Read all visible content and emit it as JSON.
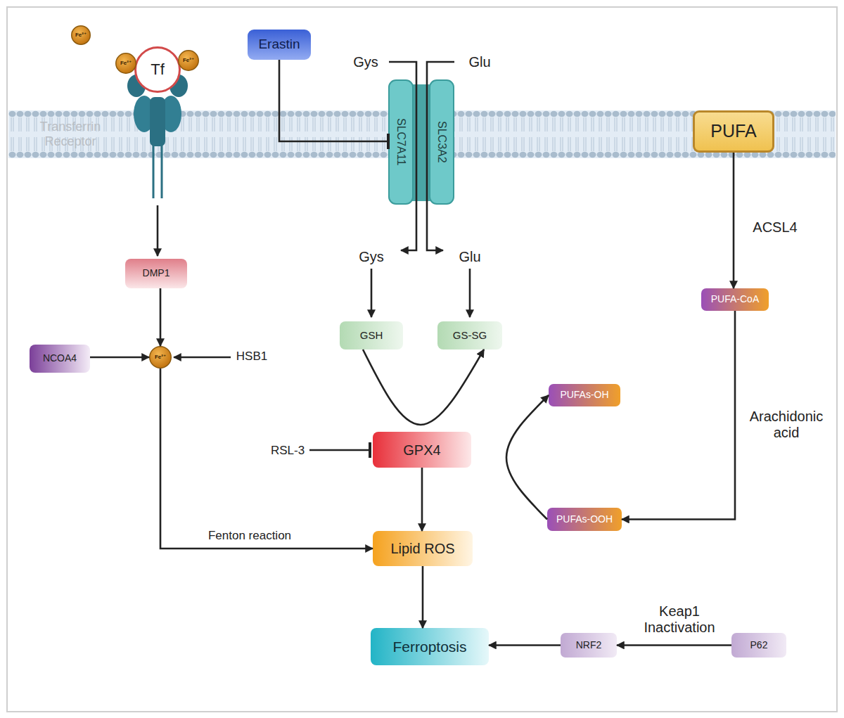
{
  "diagram": {
    "nodes": [
      {
        "text": [
          "Fe²⁺"
        ]
      },
      {
        "text": [
          "Tf"
        ]
      },
      {
        "text": [
          "Fe²⁺"
        ]
      },
      {
        "text": [
          "Fe²⁺"
        ]
      },
      {
        "text": [
          "Erastin"
        ]
      },
      {
        "text": [
          "SLC7A11"
        ]
      },
      {
        "text": [
          "SLC3A2"
        ]
      },
      {
        "text": [
          "PUFA"
        ]
      },
      {
        "text": [
          "DMP1"
        ]
      },
      {
        "text": [
          "NCOA4"
        ]
      },
      {
        "text": [
          "Fe²⁺"
        ]
      },
      {
        "text": [
          "GSH"
        ]
      },
      {
        "text": [
          "GS-SG"
        ]
      },
      {
        "text": [
          "PUFA-CoA"
        ]
      },
      {
        "text": [
          "PUFAs-OH"
        ]
      },
      {
        "text": [
          "GPX4"
        ]
      },
      {
        "text": [
          "PUFAs-OOH"
        ]
      },
      {
        "text": [
          "Lipid ROS"
        ]
      },
      {
        "text": [
          "Ferroptosis"
        ]
      },
      {
        "text": [
          "NRF2"
        ]
      },
      {
        "text": [
          "P62"
        ]
      }
    ],
    "edges": [
      {
        "from": 4,
        "to": 5,
        "arrow": "to"
      },
      {
        "from": 8,
        "to": 10,
        "arrow": "to"
      },
      {
        "from": 9,
        "to": 10,
        "arrow": "to"
      },
      {
        "from": 7,
        "to": 13,
        "label": "ACSL4",
        "arrow": "to"
      },
      {
        "from": 11,
        "to": 12,
        "arrow": "to"
      },
      {
        "from": 10,
        "to": 17,
        "label": "Fenton reaction",
        "arrow": "to"
      },
      {
        "from": 15,
        "to": 17,
        "arrow": "to"
      },
      {
        "from": 13,
        "to": 16,
        "label": "Arachidonic acid",
        "arrow": "to"
      },
      {
        "from": 16,
        "to": 14,
        "arrow": "to"
      },
      {
        "from": 17,
        "to": 18,
        "arrow": "to"
      },
      {
        "from": 20,
        "to": 19,
        "label": "Keap1 Inactivation",
        "arrow": "to"
      },
      {
        "from": 19,
        "to": 18,
        "arrow": "to"
      }
    ],
    "labels": [
      "Transferrin Receptor",
      "Gys",
      "Glu",
      "Gys",
      "Glu",
      "HSB1",
      "RSL-3"
    ]
  }
}
